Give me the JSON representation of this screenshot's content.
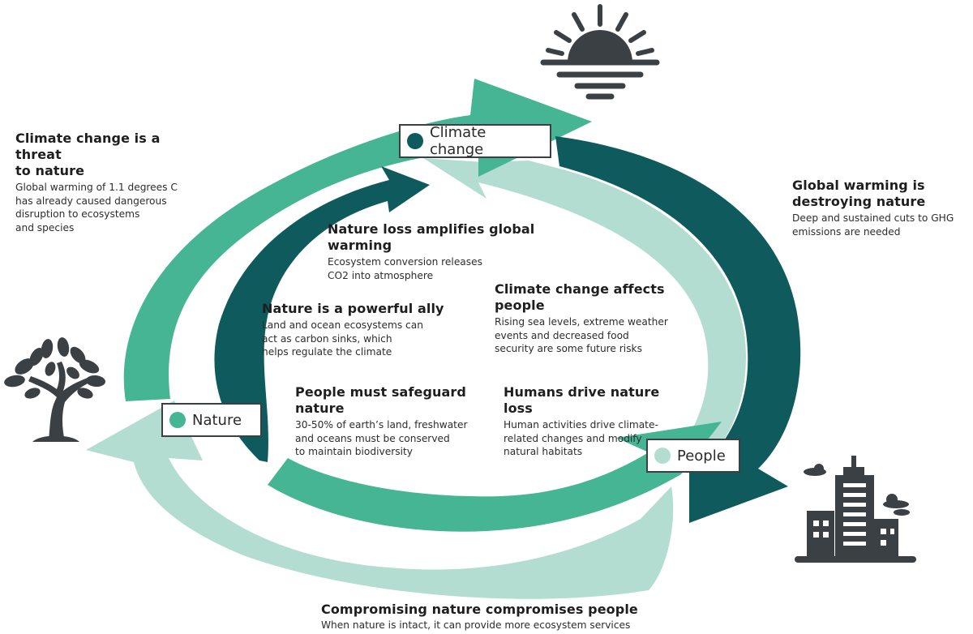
{
  "colors": {
    "dark_teal": "#0e5a5c",
    "mid_green": "#45b593",
    "light_green": "#b3ddd0",
    "icon_gray": "#3b4045"
  },
  "nodes": {
    "climate": {
      "label": "Climate change",
      "dot_color": "#0e5a5c"
    },
    "nature": {
      "label": "Nature",
      "dot_color": "#45b593"
    },
    "people": {
      "label": "People",
      "dot_color": "#b3ddd0"
    }
  },
  "icons": [
    "sun-icon",
    "tree-icon",
    "city-icon"
  ],
  "statements": {
    "threat": {
      "title_l1": "Climate change is a threat",
      "title_l2": "to nature",
      "body": [
        "Global warming of 1.1 degrees C",
        "has already caused dangerous",
        "disruption to ecosystems",
        "and species"
      ]
    },
    "destroying": {
      "title_l1": "Global warming is",
      "title_l2": "destroying nature",
      "body": [
        "Deep and sustained cuts to GHG",
        "emissions are needed"
      ]
    },
    "amplifies": {
      "title_l1": "Nature loss amplifies global",
      "title_l2": "warming",
      "body": [
        "Ecosystem conversion releases",
        "CO2 into atmosphere"
      ]
    },
    "ally": {
      "title_l1": "Nature is a powerful ally",
      "body": [
        "Land and ocean ecosystems can",
        "act as carbon sinks, which",
        "helps regulate the climate"
      ]
    },
    "affects": {
      "title_l1": "Climate change affects",
      "title_l2": "people",
      "body": [
        "Rising sea levels, extreme weather",
        "events and decreased food",
        "security are some future risks"
      ]
    },
    "safeguard": {
      "title_l1": "People must safeguard",
      "title_l2": "nature",
      "body": [
        "30-50% of earth’s land, freshwater",
        "and oceans must be conserved",
        "to maintain biodiversity"
      ]
    },
    "drive": {
      "title_l1": "Humans drive nature loss",
      "body": [
        "Human activities drive climate-",
        "related changes and modify",
        "natural habitats"
      ]
    },
    "compromising": {
      "title_l1": "Compromising nature compromises people",
      "body": [
        "When nature is intact, it can provide more ecosystem services"
      ]
    }
  }
}
